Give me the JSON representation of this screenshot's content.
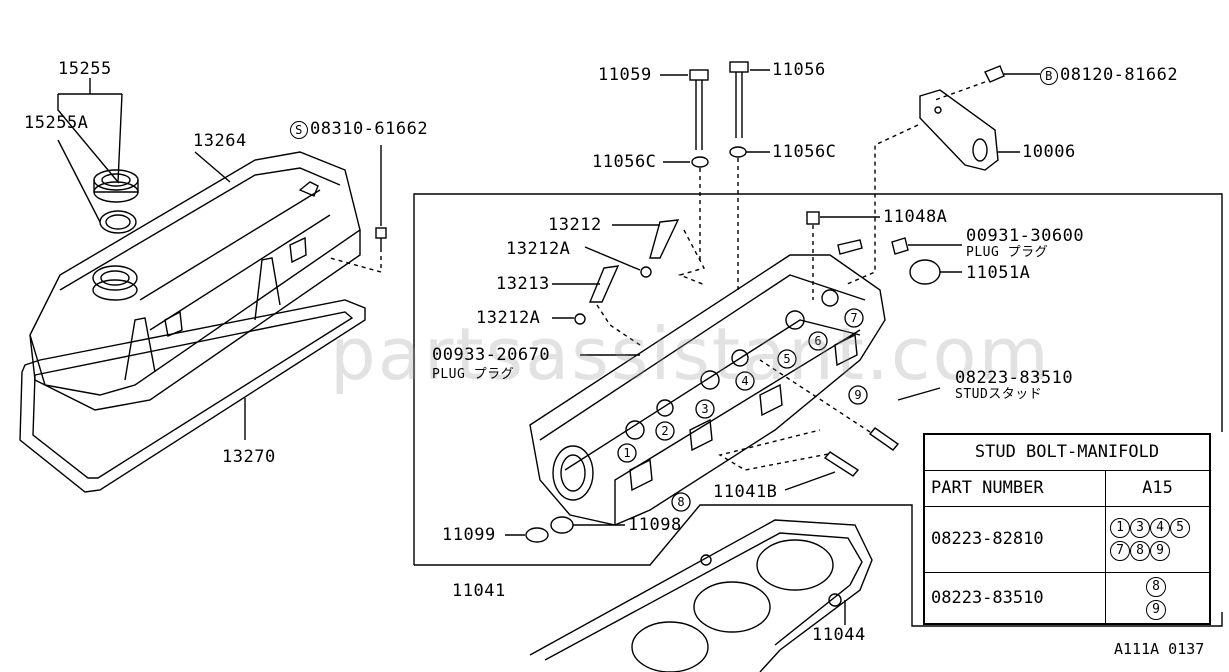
{
  "labels": {
    "p15255": "15255",
    "p15255a": "15255A",
    "p13264": "13264",
    "p08310": "08310-61662",
    "p08310_prefix": "S",
    "p13270": "13270",
    "p11059": "11059",
    "p11056": "11056",
    "p11056c_left": "11056C",
    "p11056c_right": "11056C",
    "p08120": "08120-81662",
    "p08120_prefix": "B",
    "p10006": "10006",
    "p13212": "13212",
    "p13212a_top": "13212A",
    "p13213": "13213",
    "p13212a_bottom": "13212A",
    "p00933": "00933-20670",
    "p00933_plug": "PLUG プラグ",
    "p11048a": "11048A",
    "p00931": "00931-30600",
    "p00931_plug": "PLUG プラグ",
    "p11051a": "11051A",
    "p08223_83510": "08223-83510",
    "p08223_stud": "STUDスタッド",
    "p11041b": "11041B",
    "p11099": "11099",
    "p11098": "11098",
    "p11041": "11041",
    "p11044": "11044"
  },
  "head_numbers": [
    "1",
    "2",
    "3",
    "4",
    "5",
    "6",
    "7",
    "8",
    "9"
  ],
  "table": {
    "title": "STUD BOLT-MANIFOLD",
    "col_part": "PART NUMBER",
    "col_model": "A15",
    "rows": [
      {
        "part": "08223-82810",
        "marks": [
          "1",
          "3",
          "4",
          "5",
          "7",
          "8",
          "9"
        ]
      },
      {
        "part": "08223-83510",
        "marks": [
          "8",
          "9"
        ]
      }
    ]
  },
  "watermark": "partsassistant.com",
  "diagram_code": "A111A 0137"
}
